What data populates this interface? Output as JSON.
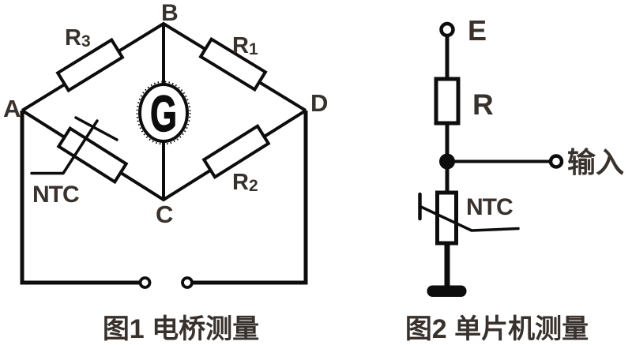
{
  "figure1": {
    "caption": "图1  电桥测量",
    "node_a": "A",
    "node_b": "B",
    "node_c": "C",
    "node_d": "D",
    "galvanometer": "G",
    "r3": {
      "base": "R",
      "sub": "3"
    },
    "r1": {
      "base": "R",
      "sub": "1"
    },
    "r2": {
      "base": "R",
      "sub": "2"
    },
    "ntc_label": "NTC"
  },
  "figure2": {
    "caption": "图2  单片机测量",
    "terminal_e": "E",
    "resistor_r": "R",
    "ntc_label": "NTC",
    "input_label": "输入"
  },
  "colors": {
    "line": "#0d0d0d",
    "text": "#38312c",
    "background": "#ffffff"
  }
}
